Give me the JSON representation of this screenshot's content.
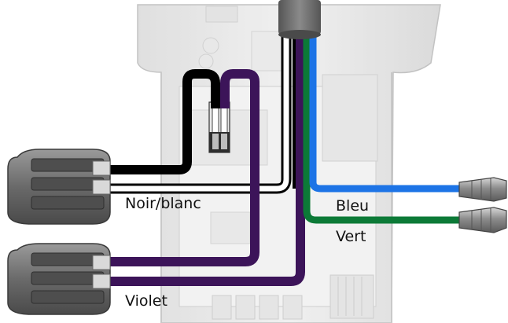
{
  "labels": {
    "noir_blanc": "Noir/blanc",
    "bleu": "Bleu",
    "vert": "Vert",
    "violet": "Violet"
  },
  "colors": {
    "housing_fill": "#e9e9e9",
    "housing_edge": "#bdbdbd",
    "wire_black": "#000000",
    "wire_white": "#ffffff",
    "wire_violet": "#3c1459",
    "wire_blue": "#1d74e6",
    "wire_green": "#0c7a37",
    "connector_dark": "#5b5b5b",
    "connector_light": "#8a8a8a",
    "cable_jacket": "#6e6e6e"
  },
  "components": {
    "wire_connectors": "wire-connector-icon",
    "wire_caps": "wire-cap-icon",
    "cable_jacket": "cable-jacket-icon",
    "terminal_block": "terminal-block-icon"
  }
}
